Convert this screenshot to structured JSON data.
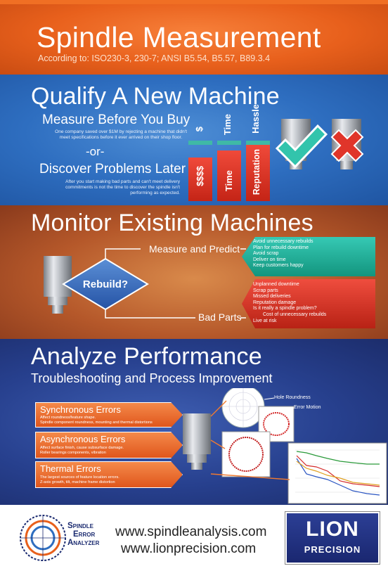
{
  "header": {
    "title": "Spindle Measurement",
    "subtitle": "According to: ISO230-3, 230-7; ANSI B5.54, B5.57, B89.3.4"
  },
  "qualify": {
    "title": "Qualify A New Machine",
    "measure_heading": "Measure Before You Buy",
    "measure_text_1": "One company saved over $1M by rejecting a machine that didn't",
    "measure_text_2": "meet specifications before it ever arrived on their shop floor.",
    "or": "-or-",
    "discover_heading": "Discover Problems Later",
    "discover_text_1": "After you start making bad parts and can't meet delivery",
    "discover_text_2": "commitments is not the time to discover the spindle isn't",
    "discover_text_3": "performing as expected.",
    "bars": [
      {
        "top_label": "$",
        "bottom_label": "$$$$"
      },
      {
        "top_label": "Time",
        "bottom_label": "Time"
      },
      {
        "top_label": "Hassle",
        "bottom_label": "Reputation"
      }
    ],
    "icons": [
      "checkmark-icon",
      "x-mark-icon"
    ]
  },
  "monitor": {
    "title": "Monitor Existing Machines",
    "decision": "Rebuild?",
    "branch_top": "Measure and Predict",
    "branch_bottom": "Bad Parts",
    "benefits": [
      "Avoid unnecessary rebuilds",
      "Plan for rebuild downtime",
      "Avoid scrap",
      "Deliver on time",
      "Keep customers happy"
    ],
    "costs": [
      "Unplanned downtime",
      "Scrap parts",
      "Missed deliveries",
      "Reputation damage",
      "Is it really a spindle problem?",
      "Cost of unnecessary rebuilds",
      "Live at risk"
    ]
  },
  "analyze": {
    "title": "Analyze Performance",
    "subtitle": "Troubleshooting and Process Improvement",
    "errors": [
      {
        "title": "Synchronous Errors",
        "desc_1": "Affect roundness/feature shape.",
        "desc_2": "Spindle component roundness, mounting and thermal distortions"
      },
      {
        "title": "Asynchronous Errors",
        "desc_1": "Affect surface finish, cause subsurface damage.",
        "desc_2": "Roller bearings components, vibration"
      },
      {
        "title": "Thermal Errors",
        "desc_1": "The largest sources of feature location errors.",
        "desc_2": "Z-axis growth, tilt, machine frame distortion"
      }
    ],
    "chart_label_1": "Hole Roundness",
    "chart_label_2": "Error Motion"
  },
  "footer": {
    "logo_line_1": "Spindle",
    "logo_line_2": "Error",
    "logo_line_3": "Analyzer",
    "url_1": "www.spindleanalysis.com",
    "url_2": "www.lionprecision.com",
    "brand_1": "LION",
    "brand_2": "PRECISION"
  },
  "colors": {
    "orange": "#e8601c",
    "blue": "#2e6ec0",
    "rust": "#b5582a",
    "navy": "#27408e",
    "teal": "#36c9b4",
    "red": "#e0352a"
  }
}
